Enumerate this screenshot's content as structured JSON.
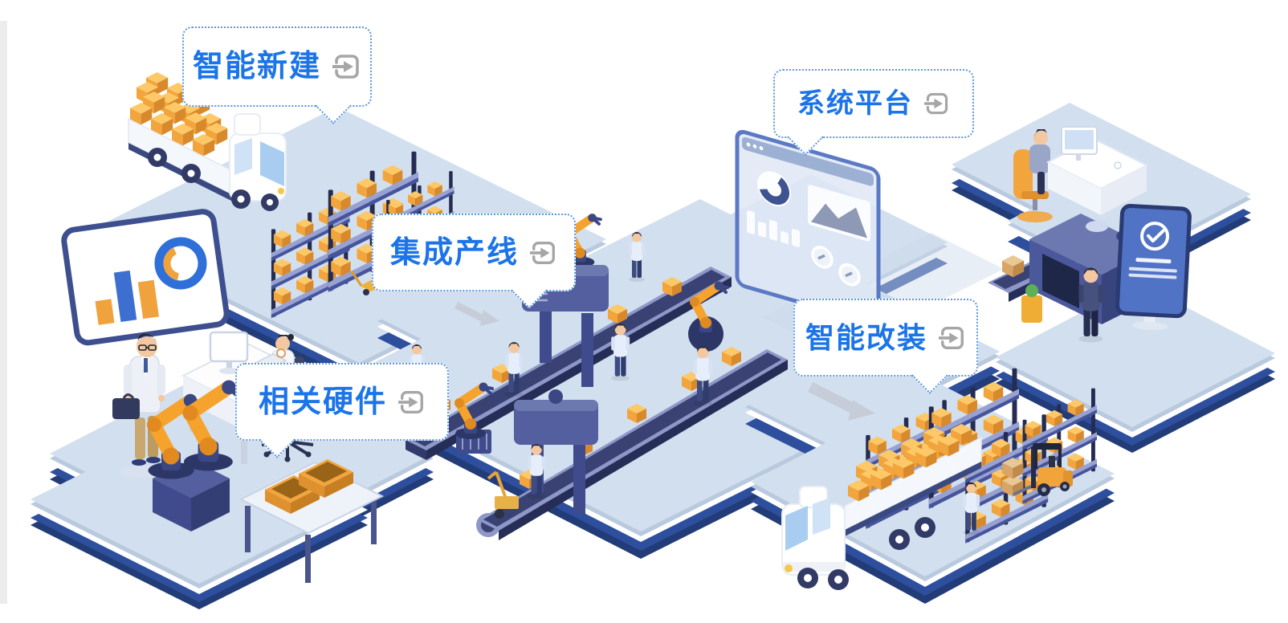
{
  "callouts": {
    "smart_new_build": {
      "label": "智能新建"
    },
    "system_platform": {
      "label": "系统平台"
    },
    "integrated_production_line": {
      "label": "集成产线"
    },
    "smart_retrofit": {
      "label": "智能改装"
    },
    "related_hardware": {
      "label": "相关硬件"
    }
  },
  "icons": {
    "callout_action": "enter-arrow-icon",
    "sign_badge": "check-circle-icon"
  },
  "colors": {
    "label_blue": "#1b74e8",
    "callout_border_blue": "#5a97e0",
    "icon_gray": "#a6a6a6",
    "platform_top": "#d2dfee",
    "platform_side": "#b9c9de",
    "platform_base_navy": "#2e4f9e",
    "platform_base_deep": "#223c78",
    "box_orange_top": "#fdc968",
    "box_orange_front": "#f2a53d",
    "box_orange_side": "#d8892b",
    "robot_orange": "#f5a32d",
    "conveyor_navy": "#3a4273",
    "conveyor_frame": "#8d97c8",
    "machine_blue": "#535f9e",
    "sign_blue": "#5173c5",
    "arrow_gray": "#c5ccd6"
  }
}
